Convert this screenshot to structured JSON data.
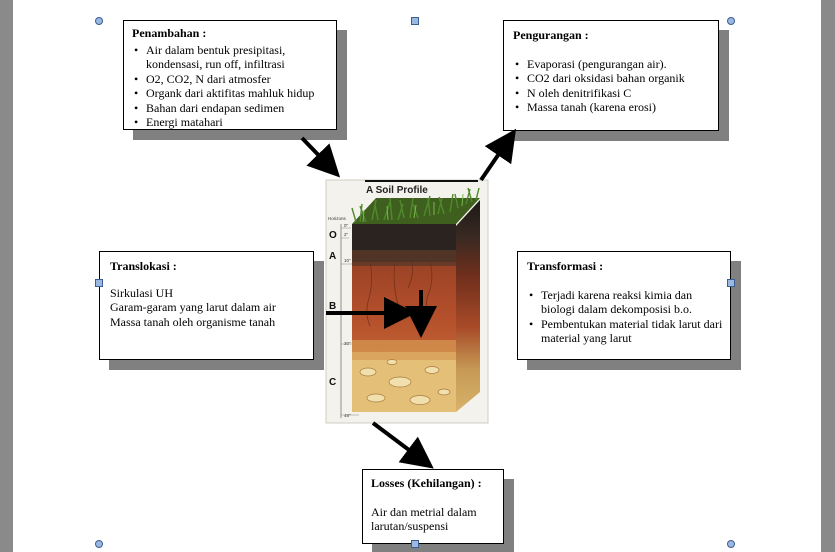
{
  "penambahan": {
    "title": "Penambahan :",
    "items": [
      "Air dalam bentuk presipitasi, kondensasi, run off, infiltrasi",
      "O2, CO2, N dari atmosfer",
      "Organk dari aktifitas mahluk hidup",
      "Bahan dari endapan sedimen",
      "Energi matahari"
    ]
  },
  "pengurangan": {
    "title": "Pengurangan :",
    "items": [
      "Evaporasi (pengurangan air).",
      "CO2 dari oksidasi bahan organik",
      "N oleh denitrifikasi C",
      "Massa tanah (karena erosi)"
    ]
  },
  "translokasi": {
    "title": "Translokasi :",
    "lines": [
      "Sirkulasi UH",
      "Garam-garam yang larut dalam air",
      "Massa tanah oleh organisme tanah"
    ]
  },
  "transformasi": {
    "title": "Transformasi :",
    "items": [
      "Terjadi karena reaksi kimia dan biologi dalam dekomposisi b.o.",
      "Pembentukan material tidak larut dari material yang larut"
    ]
  },
  "losses": {
    "title": "Losses (Kehilangan) :",
    "lines": [
      "Air dan metrial dalam larutan/suspensi"
    ]
  },
  "soil_profile": {
    "title": "A Soil Profile",
    "horizons_label": "Horizons",
    "horizons": [
      "O",
      "A",
      "B",
      "C"
    ],
    "depths": [
      "0\"",
      "2\"",
      "10\"",
      "30\"",
      "48\""
    ]
  },
  "colors": {
    "topsoil": "#2a2320",
    "subsoil": "#b5502c",
    "parent": "#e7c27a",
    "grass": "#4f8a2b",
    "handle_fill": "#9ab8e0",
    "handle_border": "#3b5f94"
  }
}
